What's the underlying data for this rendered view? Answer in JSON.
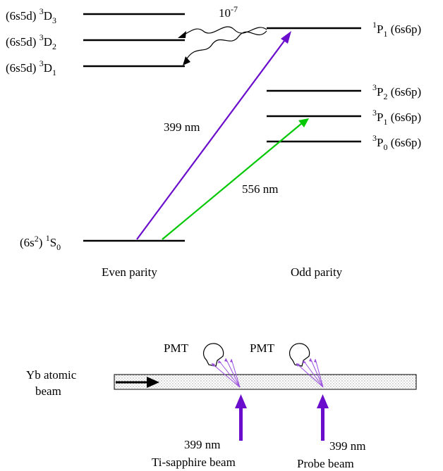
{
  "levels": {
    "d3": {
      "config": "(6s5d)",
      "term": "3",
      "letter": "D",
      "j": "3"
    },
    "d2": {
      "config": "(6s5d)",
      "term": "3",
      "letter": "D",
      "j": "2"
    },
    "d1": {
      "config": "(6s5d)",
      "term": "3",
      "letter": "D",
      "j": "1"
    },
    "p1s": {
      "config": "(6s6p)",
      "term": "1",
      "letter": "P",
      "j": "1"
    },
    "p2t": {
      "config": "(6s6p)",
      "term": "3",
      "letter": "P",
      "j": "2"
    },
    "p1t": {
      "config": "(6s6p)",
      "term": "3",
      "letter": "P",
      "j": "1"
    },
    "p0t": {
      "config": "(6s6p)",
      "term": "3",
      "letter": "P",
      "j": "0"
    },
    "s0": {
      "config": "(6s",
      "config_sup": "2",
      "config_close": ")",
      "term": "1",
      "letter": "S",
      "j": "0"
    }
  },
  "branching": {
    "base": "10",
    "exp": "-7"
  },
  "transitions": {
    "purple": {
      "label": "399 nm",
      "color": "#6a0dcc"
    },
    "green": {
      "label": "556 nm",
      "color": "#00c800"
    }
  },
  "parity": {
    "even": "Even parity",
    "odd": "Odd parity"
  },
  "setup": {
    "atomic_beam_line1": "Yb atomic",
    "atomic_beam_line2": "beam",
    "pmt1": "PMT",
    "pmt2": "PMT",
    "beam1_wavelength": "399 nm",
    "beam1_name": "Ti-sapphire beam",
    "beam2_wavelength": "399 nm",
    "beam2_name": "Probe beam",
    "beam_color": "#6a0dcc",
    "fluorescence_color": "#9a4ee0"
  }
}
